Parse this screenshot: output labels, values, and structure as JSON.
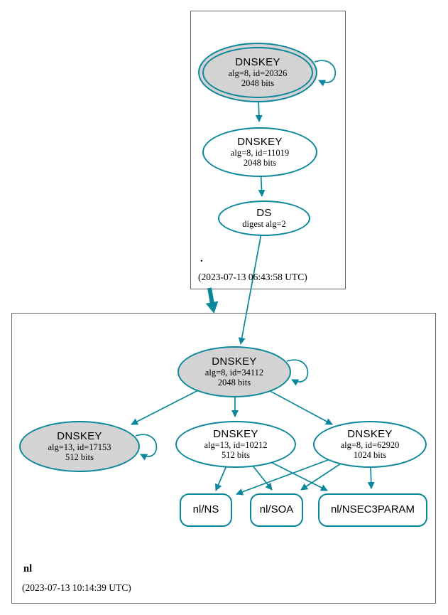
{
  "zones": {
    "root": {
      "label": ".",
      "timestamp": "(2023-07-13 06:43:58 UTC)"
    },
    "nl": {
      "label": "nl",
      "timestamp": "(2023-07-13 10:14:39 UTC)"
    }
  },
  "nodes": {
    "root_ksk": {
      "title": "DNSKEY",
      "detail": "alg=8, id=20326",
      "bits": "2048 bits"
    },
    "root_zsk": {
      "title": "DNSKEY",
      "detail": "alg=8, id=11019",
      "bits": "2048 bits"
    },
    "root_ds": {
      "title": "DS",
      "detail": "digest alg=2"
    },
    "nl_ksk": {
      "title": "DNSKEY",
      "detail": "alg=8, id=34112",
      "bits": "2048 bits"
    },
    "nl_key_17153": {
      "title": "DNSKEY",
      "detail": "alg=13, id=17153",
      "bits": "512 bits"
    },
    "nl_key_10212": {
      "title": "DNSKEY",
      "detail": "alg=13, id=10212",
      "bits": "512 bits"
    },
    "nl_key_62920": {
      "title": "DNSKEY",
      "detail": "alg=8, id=62920",
      "bits": "1024 bits"
    },
    "rrset_ns": {
      "label": "nl/NS"
    },
    "rrset_soa": {
      "label": "nl/SOA"
    },
    "rrset_nsec3param": {
      "label": "nl/NSEC3PARAM"
    }
  },
  "edges": [
    {
      "from": "root_ksk",
      "to": "root_ksk"
    },
    {
      "from": "root_ksk",
      "to": "root_zsk"
    },
    {
      "from": "root_zsk",
      "to": "root_ds"
    },
    {
      "from": "root_ds",
      "to": "nl_ksk"
    },
    {
      "from": "zone_root",
      "to": "zone_nl"
    },
    {
      "from": "nl_ksk",
      "to": "nl_ksk"
    },
    {
      "from": "nl_ksk",
      "to": "nl_key_17153"
    },
    {
      "from": "nl_ksk",
      "to": "nl_key_10212"
    },
    {
      "from": "nl_ksk",
      "to": "nl_key_62920"
    },
    {
      "from": "nl_key_17153",
      "to": "nl_key_17153"
    },
    {
      "from": "nl_key_10212",
      "to": "rrset_ns"
    },
    {
      "from": "nl_key_10212",
      "to": "rrset_soa"
    },
    {
      "from": "nl_key_10212",
      "to": "rrset_nsec3param"
    },
    {
      "from": "nl_key_62920",
      "to": "rrset_ns"
    },
    {
      "from": "nl_key_62920",
      "to": "rrset_soa"
    },
    {
      "from": "nl_key_62920",
      "to": "rrset_nsec3param"
    }
  ],
  "colors": {
    "edge": "#0a879a",
    "key_fill": "#d3d3d3",
    "rrset_fill": "#ffffff",
    "zone_border": "#666666",
    "background": "#ffffff"
  }
}
